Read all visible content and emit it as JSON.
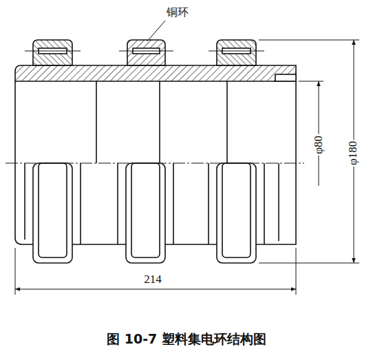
{
  "diagram": {
    "caption": "图 10-7 塑料集电环结构图",
    "labels": [
      "铜环",
      "φ80",
      "φ180",
      "214"
    ]
  }
}
